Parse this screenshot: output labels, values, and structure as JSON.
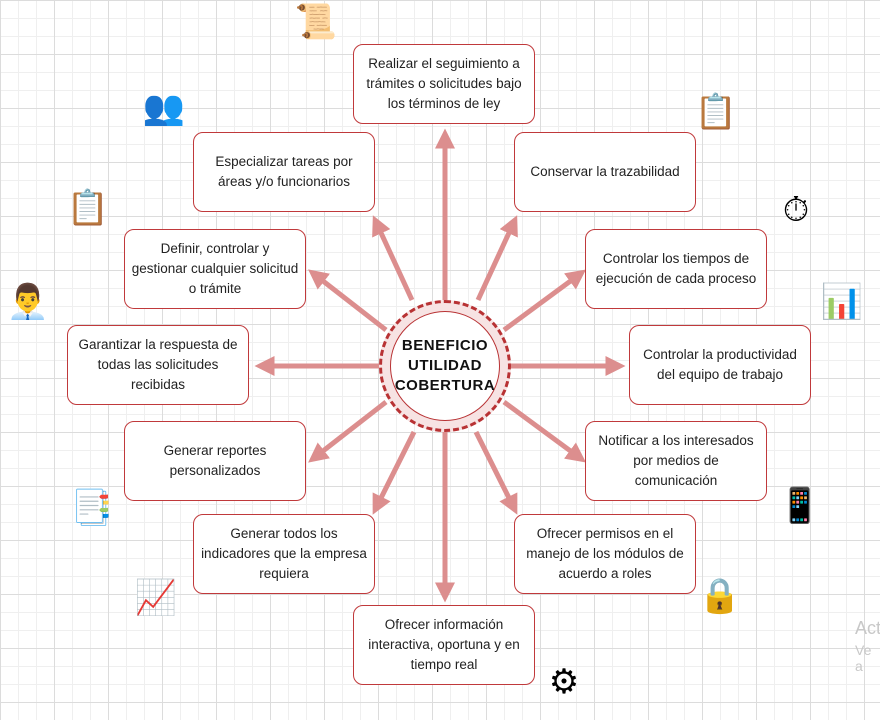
{
  "center": {
    "lines": [
      "BENEFICIO",
      "UTILIDAD",
      "COBERTURA"
    ]
  },
  "benefits": [
    "Realizar el seguimiento a trámites o solicitudes bajo los términos de ley",
    "Especializar tareas por áreas y/o funcionarios",
    "Conservar la trazabilidad",
    "Definir, controlar y gestionar cualquier solicitud o trámite",
    "Controlar los tiempos de ejecución de cada proceso",
    "Garantizar la respuesta de todas las solicitudes recibidas",
    "Controlar la productividad del equipo de trabajo",
    "Generar reportes personalizados",
    "Notificar a los interesados por medios de comunicación",
    "Generar todos los indicadores que la empresa requiera",
    "Ofrecer permisos en el manejo de los módulos de acuerdo a roles",
    "Ofrecer información interactiva, oportuna y en tiempo real"
  ],
  "watermark": {
    "line1": "Act",
    "line2": "Ve a"
  },
  "colors": {
    "arrow": "#dc8e8e",
    "border": "#c0393b"
  }
}
